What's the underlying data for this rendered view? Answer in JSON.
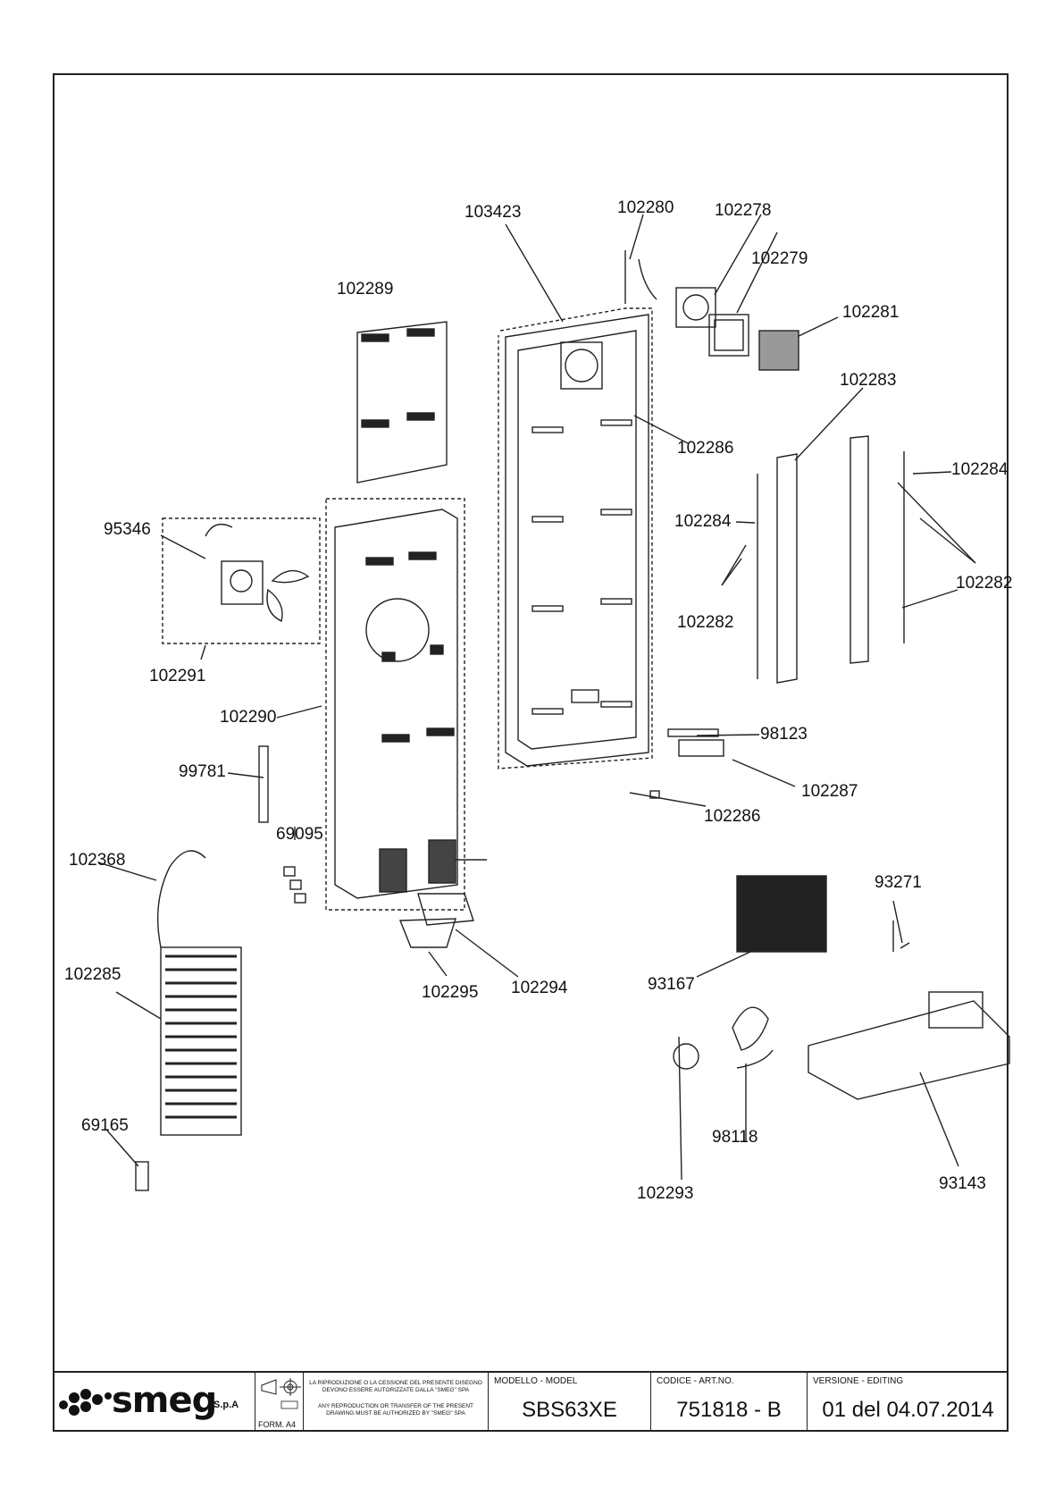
{
  "callouts": [
    {
      "id": "c-103423",
      "text": "103423"
    },
    {
      "id": "c-102280",
      "text": "102280"
    },
    {
      "id": "c-102278",
      "text": "102278"
    },
    {
      "id": "c-102279",
      "text": "102279"
    },
    {
      "id": "c-102289",
      "text": "102289"
    },
    {
      "id": "c-102281",
      "text": "102281"
    },
    {
      "id": "c-102283",
      "text": "102283"
    },
    {
      "id": "c-102286a",
      "text": "102286"
    },
    {
      "id": "c-102284a",
      "text": "102284"
    },
    {
      "id": "c-102284b",
      "text": "102284"
    },
    {
      "id": "c-95346",
      "text": "95346"
    },
    {
      "id": "c-102282a",
      "text": "102282"
    },
    {
      "id": "c-102282b",
      "text": "102282"
    },
    {
      "id": "c-102291",
      "text": "102291"
    },
    {
      "id": "c-102290",
      "text": "102290"
    },
    {
      "id": "c-98123",
      "text": "98123"
    },
    {
      "id": "c-99781",
      "text": "99781"
    },
    {
      "id": "c-102287",
      "text": "102287"
    },
    {
      "id": "c-102286b",
      "text": "102286"
    },
    {
      "id": "c-69095",
      "text": "69095"
    },
    {
      "id": "c-102368",
      "text": "102368"
    },
    {
      "id": "c-93271",
      "text": "93271"
    },
    {
      "id": "c-102285",
      "text": "102285"
    },
    {
      "id": "c-93167",
      "text": "93167"
    },
    {
      "id": "c-102295",
      "text": "102295"
    },
    {
      "id": "c-102294",
      "text": "102294"
    },
    {
      "id": "c-69165",
      "text": "69165"
    },
    {
      "id": "c-98118",
      "text": "98118"
    },
    {
      "id": "c-93143",
      "text": "93143"
    },
    {
      "id": "c-102293",
      "text": "102293"
    }
  ],
  "title_block": {
    "brand": "smeg",
    "brand_suffix": "S.p.A",
    "form": "FORM. A4",
    "notice_it": "LA RIPRODUZIONE O LA CESSIONE DEL PRESENTE DISEGNO DEVONO ESSERE AUTORIZZATE DALLA \"SMEG\" SPA",
    "notice_en": "ANY REPRODUCTION OR TRANSFER OF THE PRESENT DRAWING MUST BE AUTHORIZED BY \"SMEG\" SPA",
    "model_label": "MODELLO - MODEL",
    "model_value": "SBS63XE",
    "code_label": "CODICE - ART.NO.",
    "code_value": "751818 - B",
    "version_label": "VERSIONE - EDITING",
    "version_value": "01 del 04.07.2014"
  }
}
